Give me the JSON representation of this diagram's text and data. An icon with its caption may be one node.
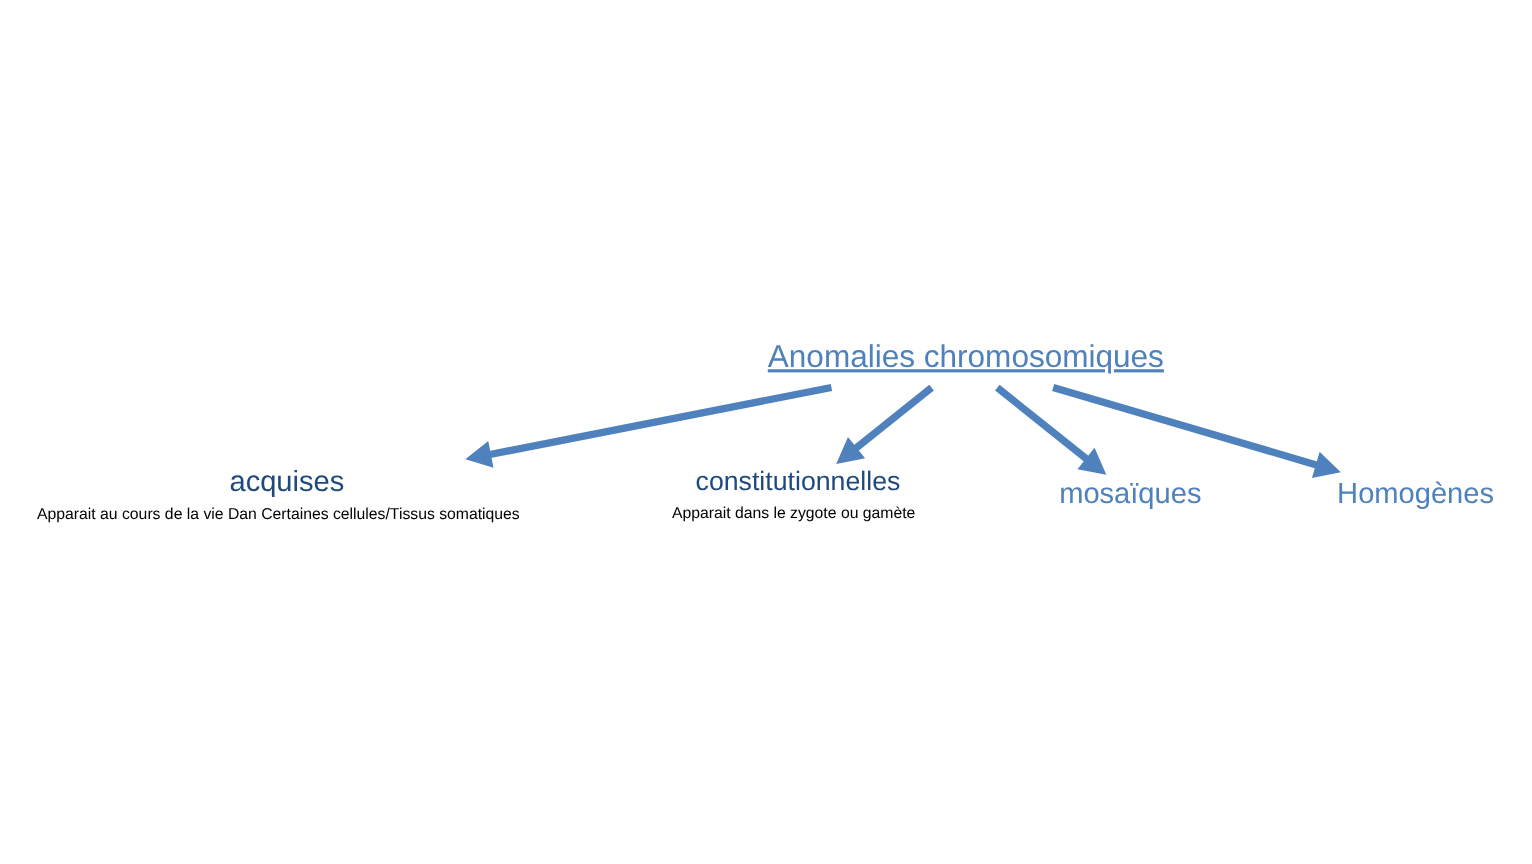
{
  "diagram": {
    "nodes": [
      {
        "text": [
          "Anomalies chromosomiques"
        ]
      },
      {
        "text": [
          "acquises"
        ],
        "beside": [
          "Apparait au cours de la vie Dan Certaines cellules/Tissus somatiques"
        ]
      },
      {
        "text": [
          "constitutionnelles"
        ],
        "beside": [
          "Apparait dans le zygote ou gamète"
        ]
      },
      {
        "text": [
          "mosaïques"
        ]
      },
      {
        "text": [
          "Homogènes"
        ]
      }
    ],
    "edges": [
      {
        "from": 0,
        "to": 1,
        "arrow": "to"
      },
      {
        "from": 0,
        "to": 2,
        "arrow": "to"
      },
      {
        "from": 0,
        "to": 3,
        "arrow": "to"
      },
      {
        "from": 0,
        "to": 4,
        "arrow": "to"
      }
    ]
  }
}
